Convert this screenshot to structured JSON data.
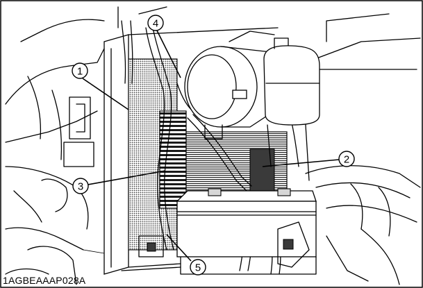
{
  "figure": {
    "id_label": "1AGBEAAAP028A"
  },
  "callouts": [
    {
      "number": "1"
    },
    {
      "number": "2"
    },
    {
      "number": "3"
    },
    {
      "number": "4"
    },
    {
      "number": "5"
    }
  ]
}
